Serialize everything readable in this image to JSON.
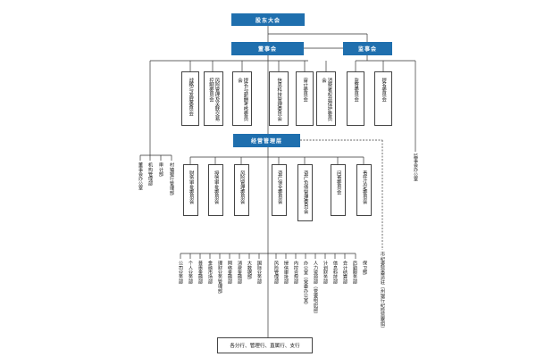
{
  "top": {
    "shareholders": "股东大会",
    "board": "董事会",
    "supervisors": "监事会",
    "management": "经营管理层"
  },
  "board_committees": [
    {
      "label": "战略与发展委员会"
    },
    {
      "label": "风险管理及关联交易控制委员会"
    },
    {
      "label": "提名与薪酬考核委员会"
    },
    {
      "label": "信息科技管理委员会"
    },
    {
      "label": "审计委员会"
    },
    {
      "label": "消费者权益保护委员会"
    }
  ],
  "supervisor_committees": [
    {
      "label": "监督委员会"
    },
    {
      "label": "提名委员会"
    }
  ],
  "board_offices": [
    {
      "label": "董事会办公室"
    },
    {
      "label": "机构管理部"
    },
    {
      "label": "审计部"
    },
    {
      "label": "村镇银行管理部"
    }
  ],
  "supervisor_office": {
    "label": "监事会办公室"
  },
  "mgmt_committees": [
    {
      "label": "财务审批委员会"
    },
    {
      "label": "授信审批委员会"
    },
    {
      "label": "风险管理委员会"
    },
    {
      "label": "资产保全委员会"
    },
    {
      "label": "资产负债管理委员会"
    },
    {
      "label": "问责委员会"
    },
    {
      "label": "责任认定委员会"
    }
  ],
  "departments": [
    {
      "label": "公司业务部"
    },
    {
      "label": "个人业务部"
    },
    {
      "label": "普惠金融部"
    },
    {
      "label": "金融市场部"
    },
    {
      "label": "理财业务管理部"
    },
    {
      "label": "网络金融部"
    },
    {
      "label": "消费金融部"
    },
    {
      "label": "大数据部"
    },
    {
      "label": "国际业务部"
    },
    {
      "label": "风险管理部"
    },
    {
      "label": "授信审批部"
    },
    {
      "label": "内控合规部"
    },
    {
      "label": "办公室（党委办公室）"
    },
    {
      "label": "人力资源部（党委组织部）"
    },
    {
      "label": "计划财务部"
    },
    {
      "label": "信息科技部"
    },
    {
      "label": "会计结算部"
    },
    {
      "label": "后勤服务部"
    },
    {
      "label": "保卫部"
    }
  ],
  "discipline": {
    "label": "市纪委监委派驻（州银行纪检监察组）"
  },
  "branches": {
    "label": "各分行、管理行、直属行、支行"
  }
}
